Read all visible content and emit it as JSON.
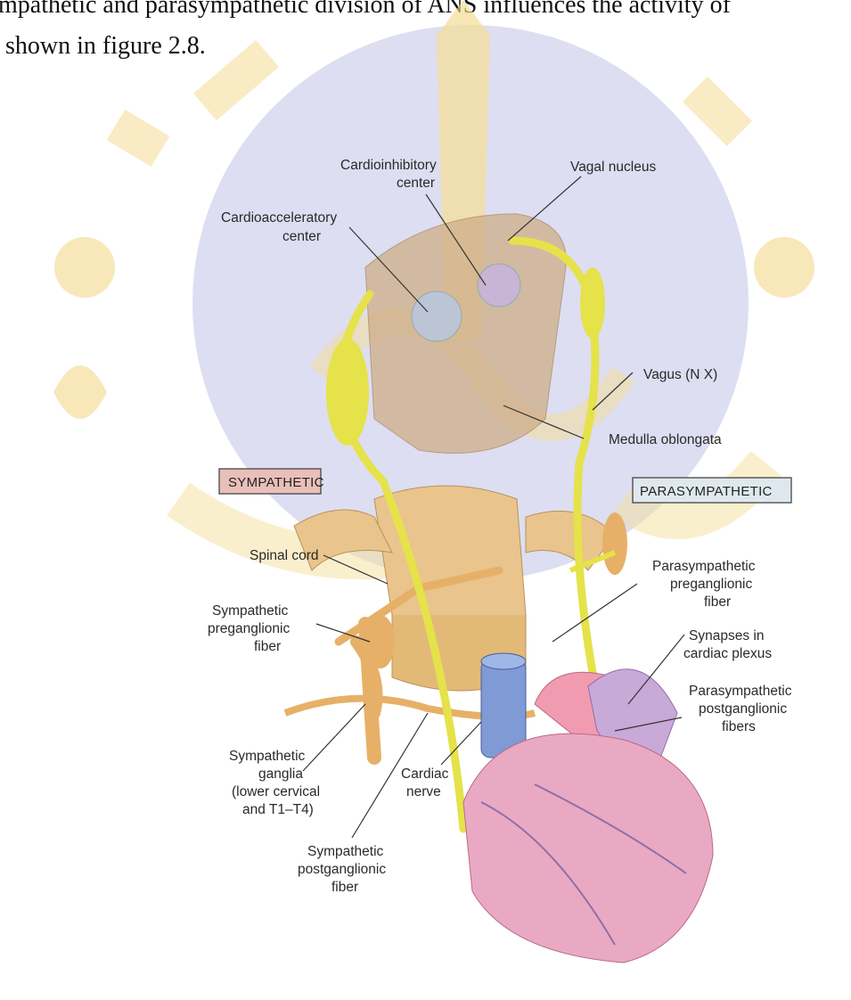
{
  "text": {
    "line1": "mpathetic and parasympathetic division of ANS influences the activity of",
    "line2": "shown in figure 2.8."
  },
  "labels": {
    "cardioinhibitory_1": "Cardioinhibitory",
    "cardioinhibitory_2": "center",
    "vagal_nucleus": "Vagal nucleus",
    "cardioacceleratory_1": "Cardioacceleratory",
    "cardioacceleratory_2": "center",
    "vagus": "Vagus (N X)",
    "medulla": "Medulla oblongata",
    "sympathetic": "SYMPATHETIC",
    "parasympathetic": "PARASYMPATHETIC",
    "spinal_cord": "Spinal cord",
    "symp_pre_1": "Sympathetic",
    "symp_pre_2": "preganglionic",
    "symp_pre_3": "fiber",
    "para_pre_1": "Parasympathetic",
    "para_pre_2": "preganglionic",
    "para_pre_3": "fiber",
    "synapses_1": "Synapses in",
    "synapses_2": "cardiac plexus",
    "para_post_1": "Parasympathetic",
    "para_post_2": "postganglionic",
    "para_post_3": "fibers",
    "symp_ganglia_1": "Sympathetic",
    "symp_ganglia_2": "ganglia",
    "symp_ganglia_3": "(lower cervical",
    "symp_ganglia_4": "and T1–T4)",
    "cardiac_nerve_1": "Cardiac",
    "cardiac_nerve_2": "nerve",
    "symp_post_1": "Sympathetic",
    "symp_post_2": "postganglionic",
    "symp_post_3": "fiber"
  },
  "colors": {
    "sympathetic_box": "#e9c0b9",
    "parasympathetic_box": "#dfe8ee",
    "nerve_yellow": "#e5e24a",
    "spinal": "#e9c48c",
    "heart": "#eaa9c2",
    "watermark_circle": "#c9cbea",
    "watermark_gold": "#f3d98a"
  }
}
